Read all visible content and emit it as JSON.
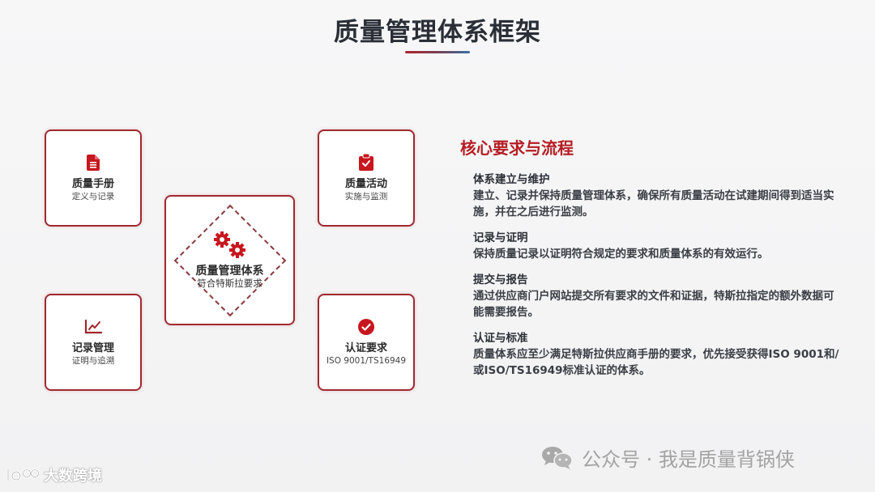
{
  "header": {
    "title": "质量管理体系框架"
  },
  "diagram": {
    "center": {
      "icon": "gears-icon",
      "title": "质量管理体系",
      "subtitle": "符合特斯拉要求"
    },
    "cards": [
      {
        "id": "quality-manual",
        "icon": "document-icon",
        "title": "质量手册",
        "subtitle": "定义与记录"
      },
      {
        "id": "quality-activities",
        "icon": "clipboard-check-icon",
        "title": "质量活动",
        "subtitle": "实施与监测"
      },
      {
        "id": "records-management",
        "icon": "line-chart-icon",
        "title": "记录管理",
        "subtitle": "证明与追溯"
      },
      {
        "id": "certification",
        "icon": "check-circle-icon",
        "title": "认证要求",
        "subtitle": "ISO 9001/TS16949"
      }
    ]
  },
  "requirements": {
    "heading": "核心要求与流程",
    "sections": [
      {
        "title": "体系建立与维护",
        "body": "建立、记录并保持质量管理体系，确保所有质量活动在试建期间得到适当实施，并在之后进行监测。"
      },
      {
        "title": "记录与证明",
        "body": "保持质量记录以证明符合规定的要求和质量体系的有效运行。"
      },
      {
        "title": "提交与报告",
        "body": "通过供应商门户网站提交所有要求的文件和证据，特斯拉指定的额外数据可能需要报告。"
      },
      {
        "title": "认证与标准",
        "body": "质量体系应至少满足特斯拉供应商手册的要求，优先接受获得ISO 9001和/或ISO/TS16949标准认证的体系。"
      }
    ]
  },
  "footer": {
    "wechat_label": "公众号 · 我是质量背锅侠",
    "logo_label": "大数跨境"
  },
  "colors": {
    "accent_red": "#b51d23",
    "card_border": "#9e2a30",
    "icon_red": "#c8161e",
    "text_dark": "#2b2f36"
  }
}
